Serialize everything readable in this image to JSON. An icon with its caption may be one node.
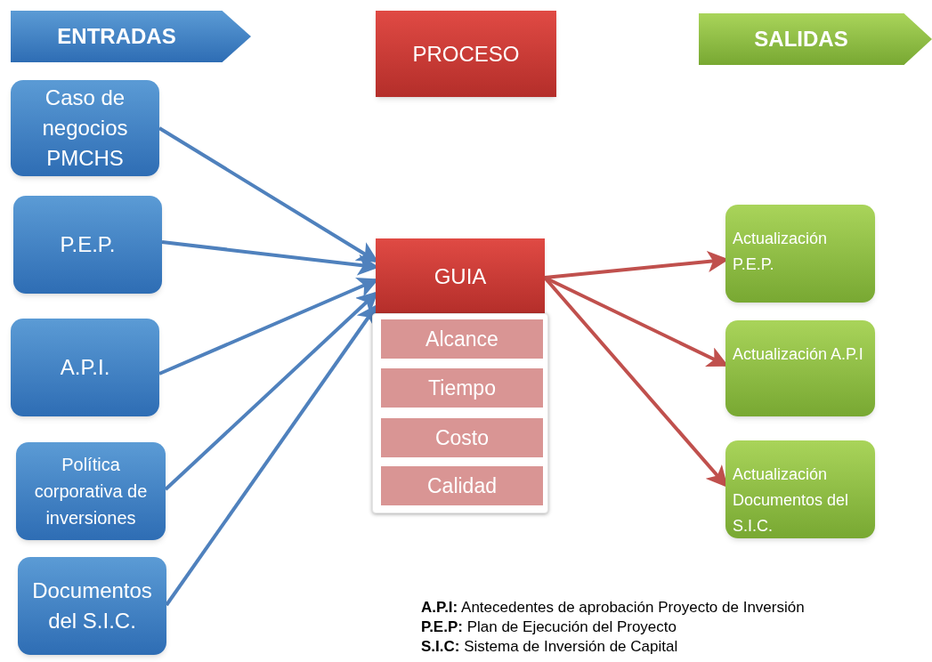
{
  "diagram": {
    "nodes": [
      {
        "text": [
          "ENTRADAS"
        ]
      },
      {
        "text": [
          "PROCESO"
        ]
      },
      {
        "text": [
          "SALIDAS"
        ]
      },
      {
        "text": [
          "Caso de negocios PMCHS"
        ]
      },
      {
        "text": [
          "P.E.P."
        ]
      },
      {
        "text": [
          "A.P.I."
        ]
      },
      {
        "text": [
          "Política corporativa de inversiones"
        ]
      },
      {
        "text": [
          "Documentos del S.I.C."
        ]
      },
      {
        "text": [
          "GUIA"
        ]
      },
      {
        "text": [],
        "shape": "box"
      },
      {
        "text": [
          "Alcance"
        ],
        "in": 9
      },
      {
        "text": [
          "Tiempo"
        ],
        "in": 9
      },
      {
        "text": [
          "Costo"
        ],
        "in": 9
      },
      {
        "text": [
          "Calidad"
        ],
        "in": 9
      },
      {
        "text": [
          "Actualización P.E.P."
        ]
      },
      {
        "text": [
          "Actualización A.P.I"
        ]
      },
      {
        "text": [
          "Actualización Documentos del S.I.C."
        ]
      }
    ],
    "edges": [
      {
        "from": 3,
        "to": 8,
        "arrow": "to"
      },
      {
        "from": 4,
        "to": 8,
        "arrow": "to"
      },
      {
        "from": 5,
        "to": 8,
        "arrow": "to"
      },
      {
        "from": 6,
        "to": 8,
        "arrow": "to"
      },
      {
        "from": 7,
        "to": 8,
        "arrow": "to"
      },
      {
        "from": 8,
        "to": 14,
        "arrow": "to",
        "color": "#c0504d"
      },
      {
        "from": 8,
        "to": 15,
        "arrow": "to",
        "color": "#c0504d"
      },
      {
        "from": 8,
        "to": 16,
        "arrow": "to",
        "color": "#c0504d"
      }
    ],
    "labels": [
      "**A.P.I:** Antecedentes de aprobación Proyecto de Inversión",
      "**P.E.P:** Plan de Ejecución del Proyecto",
      "**S.I.C:** Sistema de Inversión de Capital"
    ]
  }
}
